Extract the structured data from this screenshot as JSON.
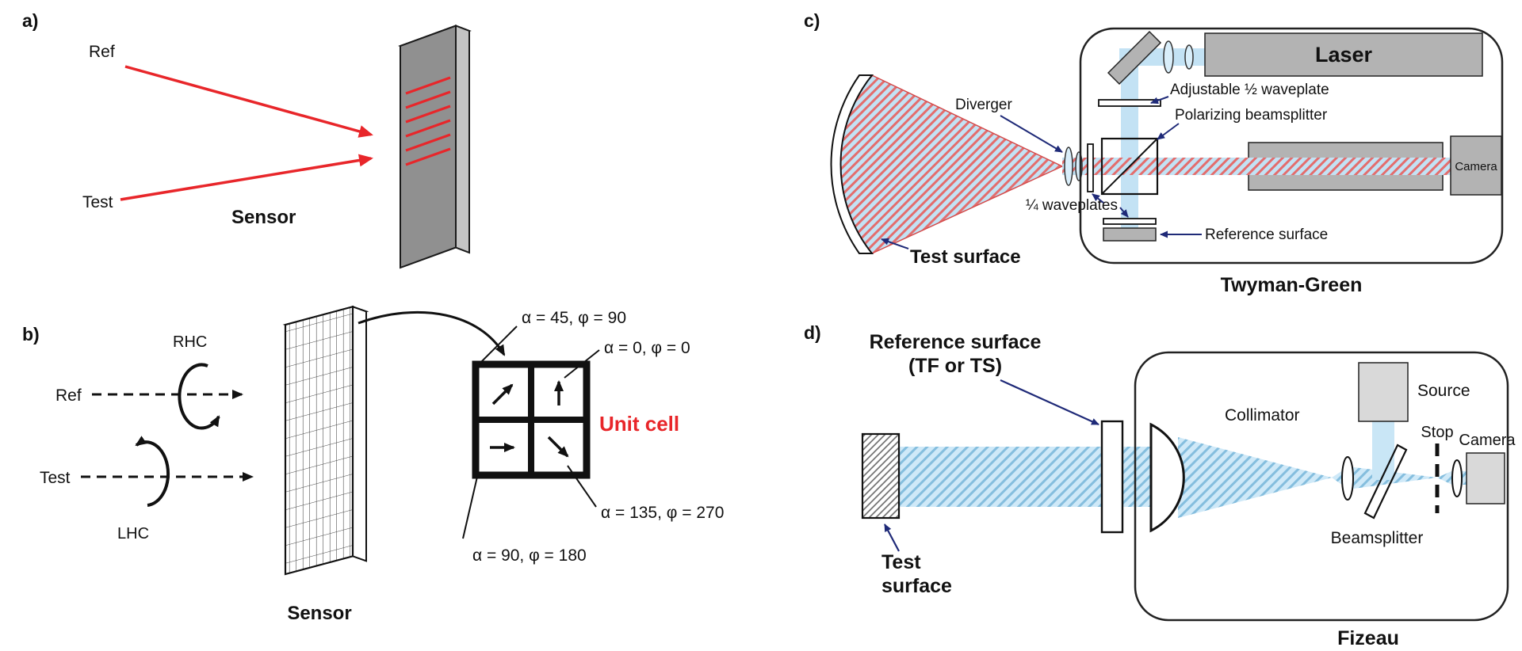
{
  "colors": {
    "accent_red": "#e8262a",
    "label_navy": "#1f2a78",
    "component_gray": "#b3b3b3",
    "beam_blue": "#c3e2f4"
  },
  "panel_a": {
    "label": "a)",
    "ref": "Ref",
    "test": "Test",
    "sensor": "Sensor"
  },
  "panel_b": {
    "label": "b)",
    "rhc": "RHC",
    "lhc": "LHC",
    "ref": "Ref",
    "test": "Test",
    "sensor": "Sensor",
    "unit_cell": "Unit cell",
    "angle_tl": "α = 45, φ = 90",
    "angle_tr": "α = 0, φ = 0",
    "angle_br": "α = 135, φ = 270",
    "angle_bl": "α = 90, φ = 180"
  },
  "panel_c": {
    "label": "c)",
    "laser": "Laser",
    "half_waveplate": "Adjustable ½ waveplate",
    "pbs": "Polarizing beamsplitter",
    "camera": "Camera",
    "quarter_waveplates": "¼ waveplates",
    "reference_surface": "Reference surface",
    "diverger": "Diverger",
    "test_surface": "Test surface",
    "title": "Twyman-Green"
  },
  "panel_d": {
    "label": "d)",
    "reference_surface_line1": "Reference surface",
    "reference_surface_line2": "(TF or TS)",
    "collimator": "Collimator",
    "source": "Source",
    "stop": "Stop",
    "camera": "Camera",
    "beamsplitter": "Beamsplitter",
    "test_surface_line1": "Test",
    "test_surface_line2": "surface",
    "title": "Fizeau"
  }
}
